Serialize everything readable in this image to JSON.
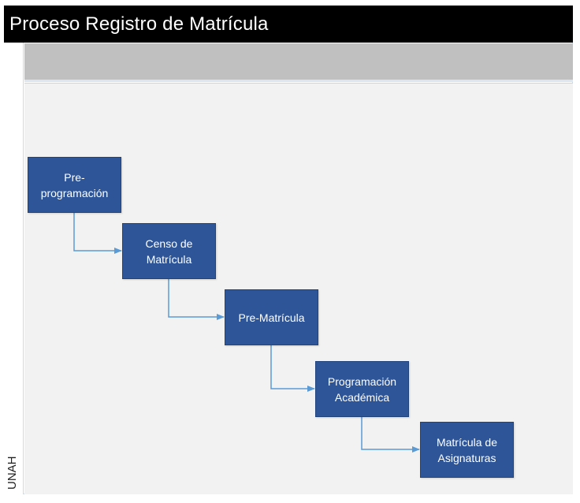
{
  "title": "Proceso Registro de Matrícula",
  "lane_label": "UNAH",
  "colors": {
    "title_bar": "#000000",
    "phase_header": "#c0c0c0",
    "lane_background": "#f2f2f2",
    "process_box": "#2e5597",
    "connector": "#5b9bd5"
  },
  "steps": [
    {
      "label": "Pre-\nprogramación"
    },
    {
      "label": "Censo de\nMatrícula"
    },
    {
      "label": "Pre-Matrícula"
    },
    {
      "label": "Programación\nAcadémica"
    },
    {
      "label": "Matrícula de\nAsignaturas"
    }
  ]
}
